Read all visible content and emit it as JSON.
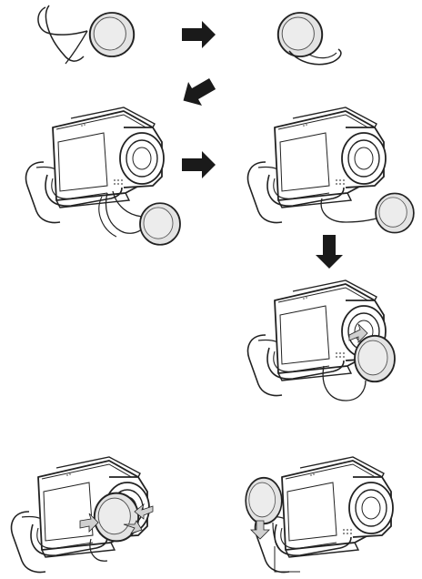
{
  "figure": {
    "panels": [
      {
        "id": "cap-with-strap-loop",
        "icon": "lens-cap-with-loop-illustration"
      },
      {
        "id": "cap-loop-threaded",
        "icon": "lens-cap-threaded-illustration"
      },
      {
        "id": "camera-cap-attaching-strap",
        "icon": "camcorder-illustration"
      },
      {
        "id": "camera-cap-attached",
        "icon": "camcorder-illustration"
      },
      {
        "id": "camera-cap-on-lens",
        "icon": "camcorder-illustration"
      },
      {
        "id": "camera-cap-squeeze-remove",
        "icon": "camcorder-illustration"
      },
      {
        "id": "camera-cap-hanging",
        "icon": "camcorder-illustration"
      }
    ],
    "arrows": [
      {
        "id": "arrow-right-top",
        "direction": "right"
      },
      {
        "id": "arrow-down-left",
        "direction": "down-left"
      },
      {
        "id": "arrow-right-middle",
        "direction": "right"
      },
      {
        "id": "arrow-down",
        "direction": "down"
      }
    ],
    "colors": {
      "ink": "#222222",
      "cap_fill": "#e3e3e3",
      "arrow_fill": "#1a1a1a",
      "paper": "#ffffff"
    }
  }
}
